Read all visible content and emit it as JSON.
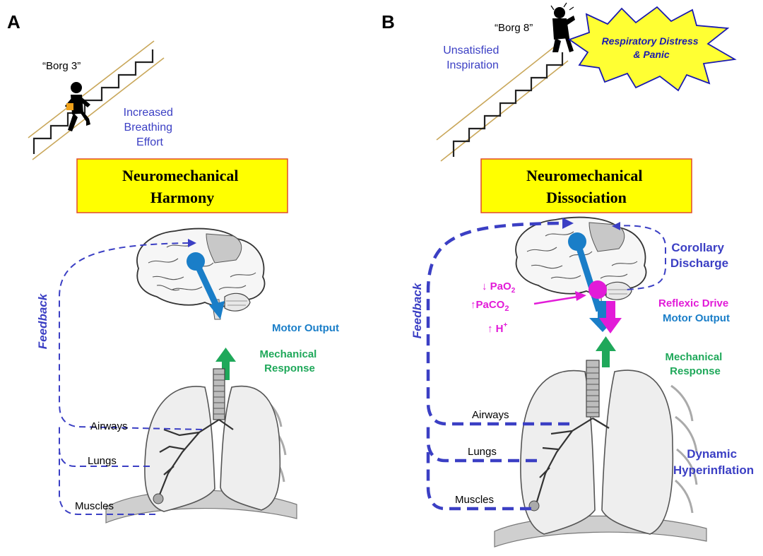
{
  "panels": {
    "a": {
      "letter": "A",
      "borg": "“Borg 3”",
      "effort": [
        "Increased",
        "Breathing",
        "Effort"
      ],
      "title": [
        "Neuromechanical",
        "Harmony"
      ],
      "feedback": "Feedback",
      "motor_output": "Motor Output",
      "mechanical_response": [
        "Mechanical",
        "Response"
      ],
      "airways": "Airways",
      "lungs": "Lungs",
      "muscles": "Muscles"
    },
    "b": {
      "letter": "B",
      "borg": "“Borg 8”",
      "unsatisfied": [
        "Unsatisfied",
        "Inspiration"
      ],
      "distress": [
        "Respiratory Distress",
        "& Panic"
      ],
      "title": [
        "Neuromechanical",
        "Dissociation"
      ],
      "corollary": [
        "Corollary",
        "Discharge"
      ],
      "pao2": "↓ PaO",
      "pao2_sub": "2",
      "paco2": "↑PaCO",
      "paco2_sub": "2",
      "h": "↑ H",
      "h_sup": "+",
      "reflexic_drive": "Reflexic Drive",
      "motor_output": "Motor Output",
      "feedback": "Feedback",
      "mechanical_response": [
        "Mechanical",
        "Response"
      ],
      "airways": "Airways",
      "lungs": "Lungs",
      "muscles": "Muscles",
      "hyperinflation": [
        "Dynamic",
        "Hyperinflation"
      ]
    }
  },
  "colors": {
    "feedback_blue": "#3b3fc4",
    "motor_blue": "#1a7ec8",
    "mechanical_green": "#1fa85a",
    "reflex_magenta": "#e21bd8",
    "title_box_fill": "#ffff00",
    "title_box_border": "#e04a2a"
  }
}
